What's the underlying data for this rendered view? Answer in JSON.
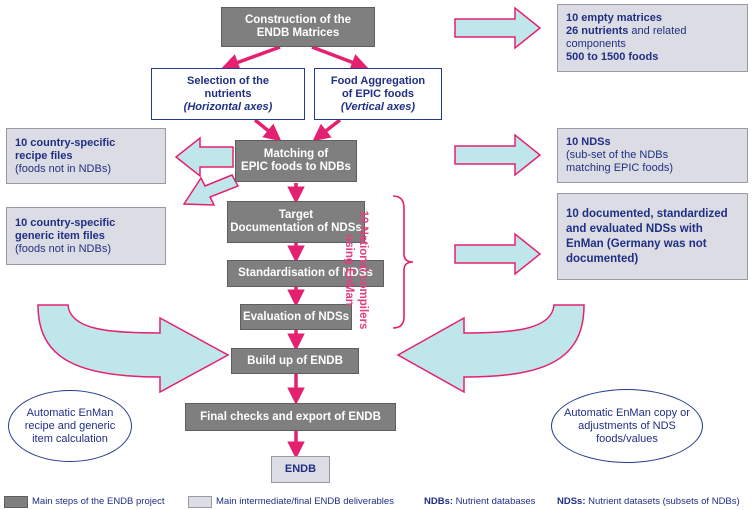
{
  "steps": {
    "construction": "Construction of the ENDB Matrices",
    "selection_l1": "Selection of the",
    "selection_l2": "nutrients",
    "selection_l3": "(Horizontal axes)",
    "aggregation_l1": "Food Aggregation",
    "aggregation_l2": "of EPIC foods",
    "aggregation_l3": "(Vertical axes)",
    "matching_l1": "Matching of",
    "matching_l2": "EPIC foods to NDBs",
    "target_l1": "Target",
    "target_l2": "Documentation of NDSs",
    "standardisation": "Standardisation of NDSs",
    "evaluation": "Evaluation of NDSs",
    "buildup": "Build up of ENDB",
    "final": "Final checks and export of ENDB",
    "endb": "ENDB"
  },
  "deliverables": {
    "matrices_l1": "10 empty matrices",
    "matrices_l2_bold": "26 nutrients",
    "matrices_l2_rest": " and related",
    "matrices_l3": "components",
    "matrices_l4": "500 to 1500 foods",
    "ndss_l1": "10  NDSs",
    "ndss_l2": "(sub-set of the NDBs",
    "ndss_l3": "matching EPIC foods)",
    "documented": "10 documented, standardized and evaluated NDSs with EnMan (Germany was not documented)",
    "recipe_l1": "10 country-specific",
    "recipe_l2": "recipe files",
    "recipe_l3": "(foods not in NDBs)",
    "generic_l1": "10 country-specific",
    "generic_l2": "generic item files",
    "generic_l3": "(foods not in NDBs)"
  },
  "ellipses": {
    "left": "Automatic EnMan recipe and generic item calculation",
    "right": "Automatic EnMan copy or adjustments of NDS foods/values"
  },
  "vertical_label_l1": "10 National compilers",
  "vertical_label_l2": "using EnMan",
  "legend": {
    "main_steps": "Main steps of the ENDB project",
    "deliverables": "Main intermediate/final ENDB deliverables",
    "ndbs_abbr": "NDBs:",
    "ndbs_text": " Nutrient databases",
    "ndss_abbr": "NDSs:",
    "ndss_text": " Nutrient datasets (subsets of NDBs)"
  },
  "colors": {
    "step": "#7f7f7f",
    "deliverable": "#dcdde4",
    "arrow_pink": "#e5206f",
    "arrow_fill": "#bfe6ea",
    "text_blue": "#1f2f84"
  }
}
